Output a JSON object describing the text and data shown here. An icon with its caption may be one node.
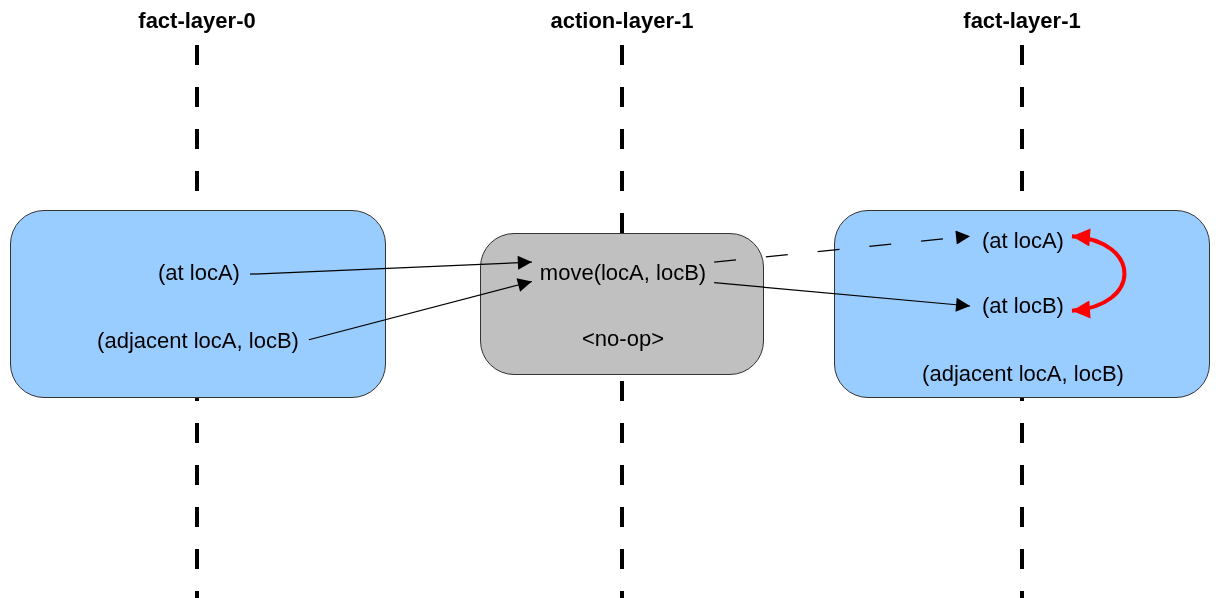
{
  "diagram": {
    "nodes": [
      {
        "text": [],
        "shape": "box"
      },
      {
        "text": [
          "(at locA)"
        ],
        "in": 0
      },
      {
        "text": [
          "(adjacent locA, locB)"
        ],
        "in": 0
      },
      {
        "text": [],
        "shape": "box"
      },
      {
        "text": [
          "move(locA, locB)"
        ],
        "in": 3
      },
      {
        "text": [
          "<no-op>"
        ],
        "in": 3
      },
      {
        "text": [],
        "shape": "box"
      },
      {
        "text": [
          "(at locA)"
        ],
        "in": 6
      },
      {
        "text": [
          "(at locB)"
        ],
        "in": 6
      },
      {
        "text": [
          "(adjacent locA, locB)"
        ],
        "in": 6
      }
    ],
    "edges": [
      {
        "from": 1,
        "to": 4,
        "arrow": "to"
      },
      {
        "from": 2,
        "to": 4,
        "arrow": "to"
      },
      {
        "from": 4,
        "to": 7,
        "arrow": "to",
        "style": "dashed"
      },
      {
        "from": 4,
        "to": 8,
        "arrow": "to"
      },
      {
        "from": 7,
        "to": 8,
        "arrow": "both",
        "style": "thick",
        "color": "#ff0000"
      }
    ],
    "labels": [
      "fact-layer-0",
      "action-layer-1",
      "fact-layer-1"
    ]
  }
}
